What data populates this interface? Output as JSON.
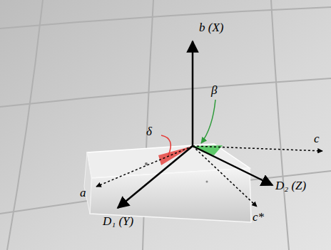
{
  "diagram": {
    "labels": [
      "b (X)",
      "β",
      "δ",
      "c",
      "a",
      "D₂ (Z)",
      "c*",
      "D₁ (Y)"
    ]
  }
}
